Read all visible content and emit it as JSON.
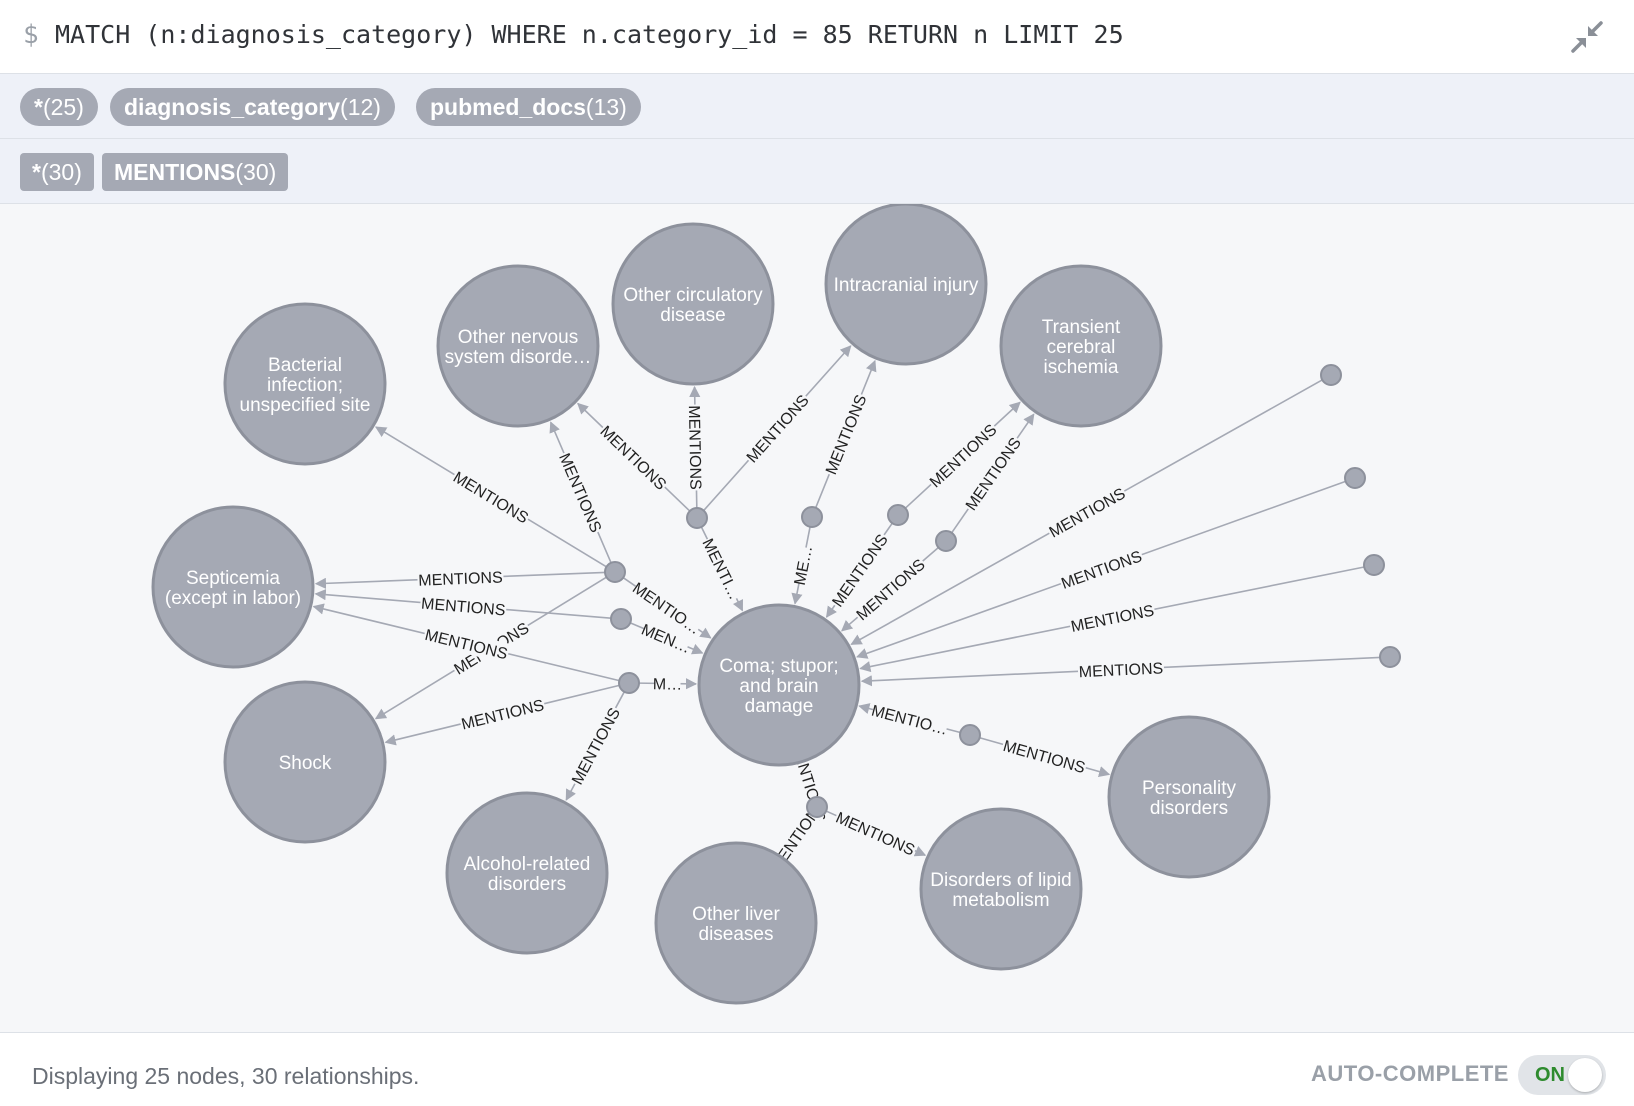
{
  "query": {
    "prompt_symbol": "$",
    "text": "MATCH (n:diagnosis_category) WHERE n.category_id = 85 RETURN n LIMIT 25",
    "collapse_icon": "collapse-arrows-icon"
  },
  "node_labels": [
    {
      "name": "*",
      "count": "(25)"
    },
    {
      "name": "diagnosis_category",
      "count": "(12)"
    },
    {
      "name": "pubmed_docs",
      "count": "(13)"
    }
  ],
  "relationship_types": [
    {
      "name": "*",
      "count": "(30)"
    },
    {
      "name": "MENTIONS",
      "count": "(30)"
    }
  ],
  "graph": {
    "node_color": "#a5a9b4",
    "edge_color": "#a5a9b4",
    "center_node": "Coma; stupor; and brain damage",
    "category_nodes": [
      {
        "id": "coma",
        "label": "Coma; stupor; and brain damage"
      },
      {
        "id": "bact",
        "label": "Bacterial infection; unspecified site"
      },
      {
        "id": "nerv",
        "label": "Other nervous system disorde…"
      },
      {
        "id": "circ",
        "label": "Other circulatory disease"
      },
      {
        "id": "intr",
        "label": "Intracranial injury"
      },
      {
        "id": "trans",
        "label": "Transient cerebral ischemia"
      },
      {
        "id": "sept",
        "label": "Septicemia (except in labor)"
      },
      {
        "id": "shock",
        "label": "Shock"
      },
      {
        "id": "alc",
        "label": "Alcohol-related disorders"
      },
      {
        "id": "liver",
        "label": "Other liver diseases"
      },
      {
        "id": "lipid",
        "label": "Disorders of lipid metabolism"
      },
      {
        "id": "pers",
        "label": "Personality disorders"
      }
    ],
    "doc_node_count": 13,
    "relationship_labels": [
      "MENTIONS",
      "MENTI…",
      "ME…",
      "MENTIO…",
      "MEN…",
      "M…"
    ]
  },
  "footer": {
    "status": "Displaying 25 nodes, 30 relationships.",
    "autocomplete_label": "AUTO-COMPLETE",
    "toggle_state": "ON",
    "toggle_color": "#2e8b2e"
  }
}
